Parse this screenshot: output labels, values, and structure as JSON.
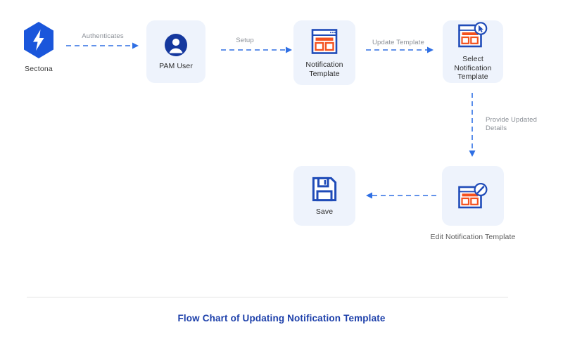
{
  "diagram": {
    "title": "Flow Chart of Updating Notification Template",
    "colors": {
      "node_bg": "#eef3fc",
      "brand_blue": "#1a56db",
      "icon_blue": "#1f4bb8",
      "icon_orange": "#f4511e",
      "arrow_blue": "#2f6fe4",
      "label_gray": "#8a8f96",
      "title_blue": "#1c3faa"
    },
    "logo": {
      "name": "sectona-logo",
      "caption": "Sectona",
      "icon": "lightning-bolt-hexagon-icon"
    },
    "nodes": [
      {
        "id": "pam-user",
        "label": "PAM User",
        "icon": "user-avatar-icon",
        "label_position": "inside"
      },
      {
        "id": "notification-template",
        "label": "Notification\nTemplate",
        "icon": "template-window-icon",
        "label_position": "inside"
      },
      {
        "id": "select-notification-template",
        "label": "Select\nNotification\nTemplate",
        "icon": "template-window-cursor-icon",
        "label_position": "inside"
      },
      {
        "id": "edit-notification-template",
        "label": "Edit Notification Template",
        "icon": "template-window-pencil-icon",
        "label_position": "below"
      },
      {
        "id": "save",
        "label": "Save",
        "icon": "floppy-disk-save-icon",
        "label_position": "inside"
      }
    ],
    "connectors": [
      {
        "id": "authenticates",
        "label": "Authenticates",
        "from": "sectona-logo",
        "to": "pam-user",
        "direction": "right",
        "style": "dashed"
      },
      {
        "id": "setup",
        "label": "Setup",
        "from": "pam-user",
        "to": "notification-template",
        "direction": "right",
        "style": "dashed"
      },
      {
        "id": "update-template",
        "label": "Update Template",
        "from": "notification-template",
        "to": "select-notification-template",
        "direction": "right",
        "style": "dashed"
      },
      {
        "id": "provide-updated-details",
        "label": "Provide Updated\nDetails",
        "from": "select-notification-template",
        "to": "edit-notification-template",
        "direction": "down",
        "style": "dashed"
      },
      {
        "id": "edit-to-save",
        "label": "",
        "from": "edit-notification-template",
        "to": "save",
        "direction": "left",
        "style": "dashed"
      }
    ]
  }
}
